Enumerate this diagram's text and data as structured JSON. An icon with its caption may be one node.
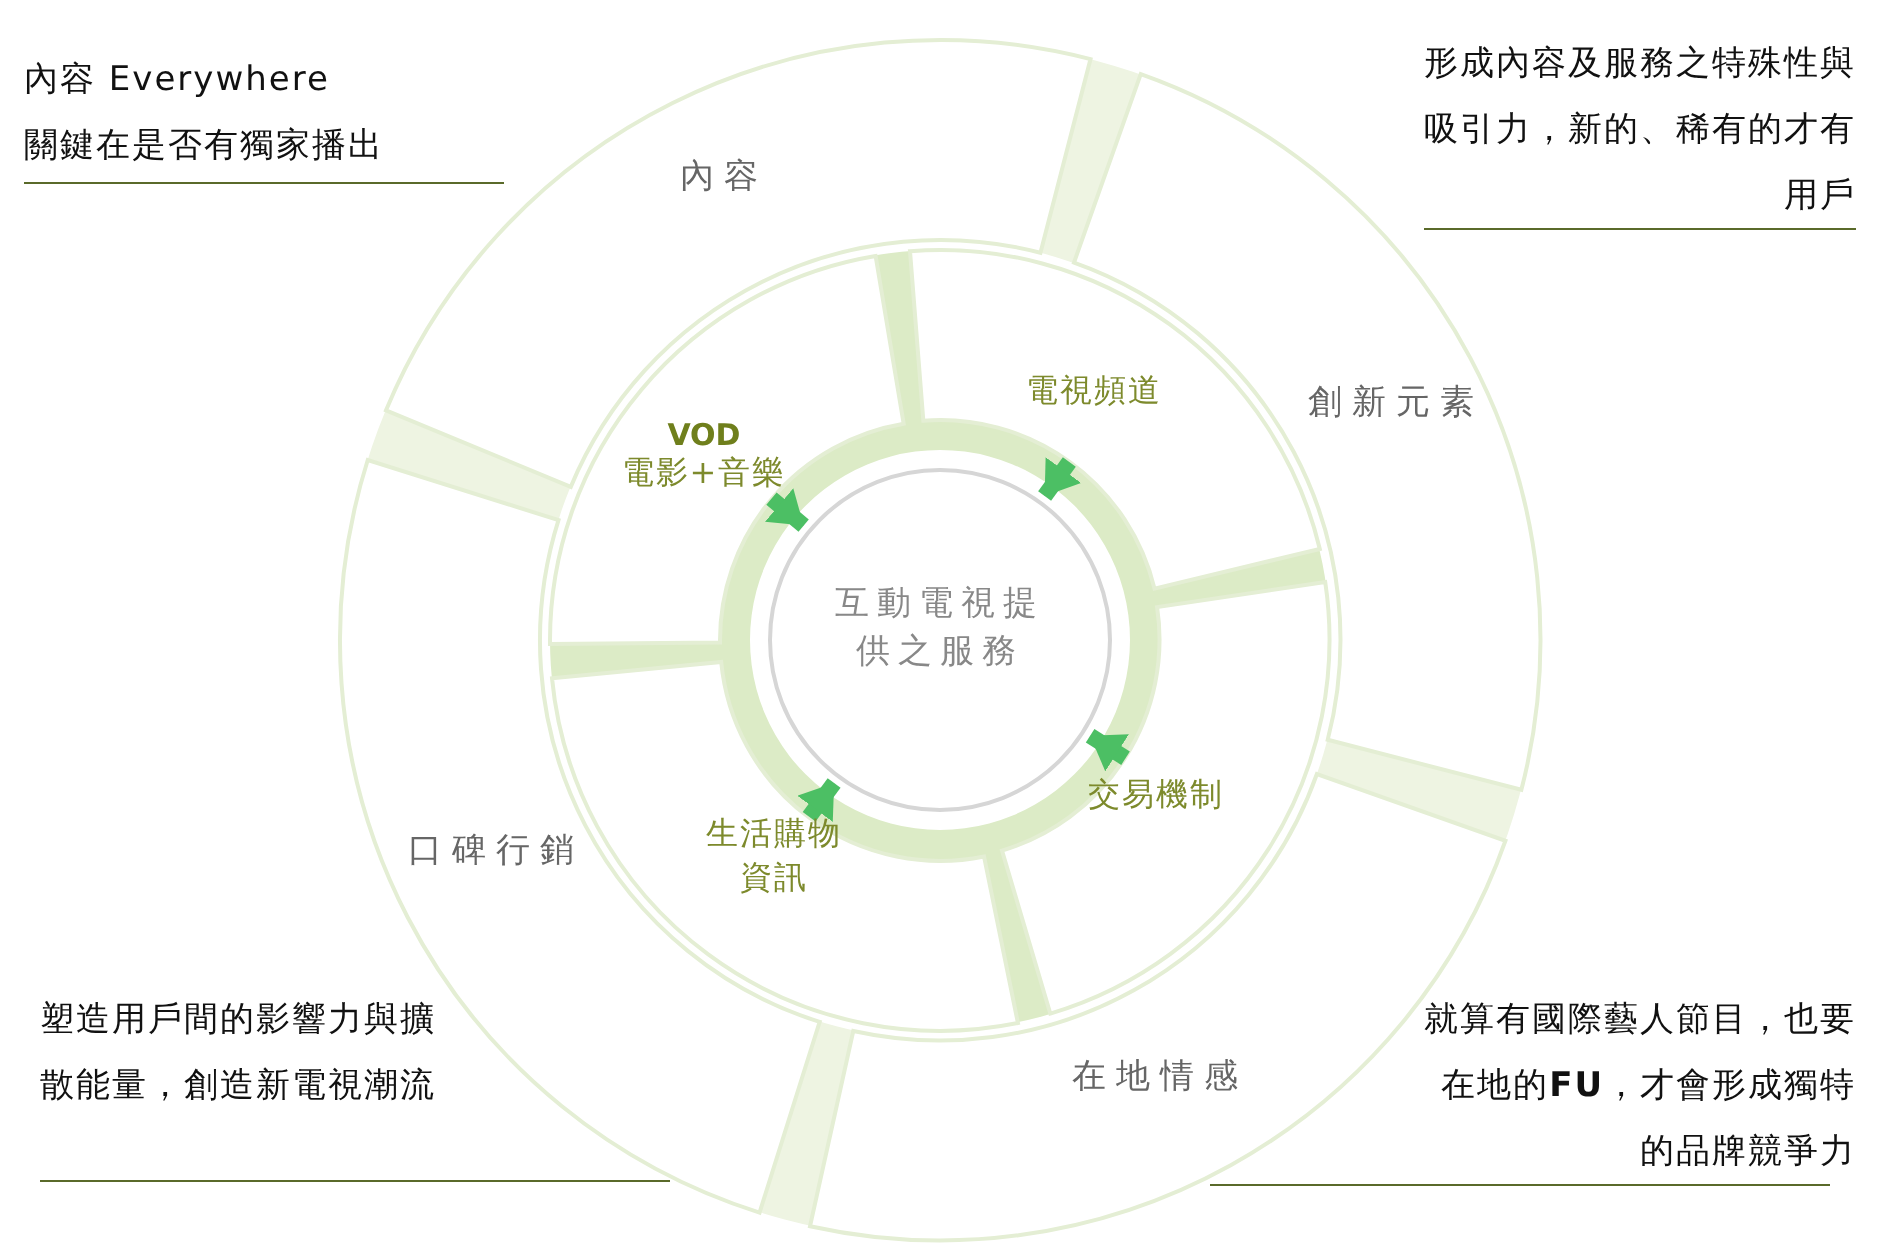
{
  "diagram": {
    "nodes": [
      {
        "text": [
          "內容"
        ]
      },
      {
        "text": [
          "創新元素"
        ]
      },
      {
        "text": [
          "在地情感"
        ]
      },
      {
        "text": [
          "口碑行銷"
        ]
      },
      {
        "text": [
          "VOD",
          "電影+音樂"
        ]
      },
      {
        "text": [
          "電視頻道"
        ]
      },
      {
        "text": [
          "交易機制"
        ]
      },
      {
        "text": [
          "生活購物資訊"
        ]
      },
      {
        "text": [
          "互動電視提供之服務"
        ]
      }
    ],
    "edges": [
      {
        "from": 4,
        "to": 8,
        "arrow": "to"
      },
      {
        "from": 5,
        "to": 8,
        "arrow": "to"
      },
      {
        "from": 6,
        "to": 8,
        "arrow": "to"
      },
      {
        "from": 7,
        "to": 8,
        "arrow": "to"
      }
    ],
    "labels": [
      "內容 Everywhere",
      "關鍵在是否有獨家播出",
      "形成內容及服務之特殊性與吸引力，新的、稀有的才有用戶",
      "塑造用戶間的影響力與擴散能量，創造新電視潮流",
      "就算有國際藝人節目，也要在地的**FU**，才會形成獨特的品牌競爭力"
    ]
  }
}
